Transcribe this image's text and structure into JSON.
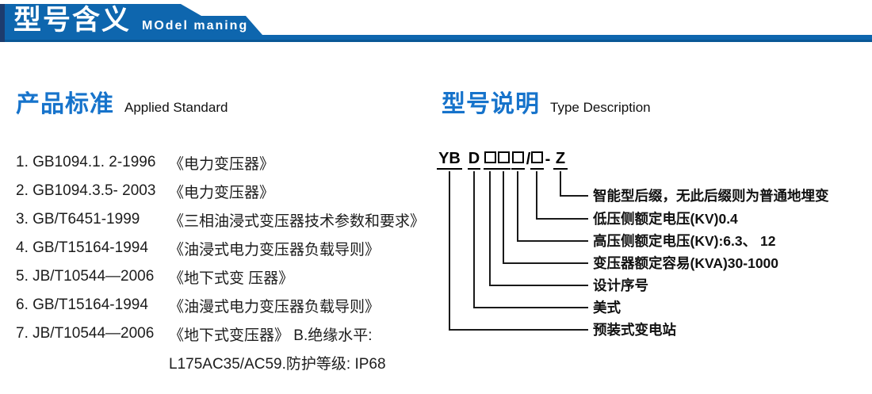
{
  "banner": {
    "title": "型号含义",
    "subtitle": "MOdel maning"
  },
  "colors": {
    "banner_blue": "#0e66ae",
    "banner_dark_edge": "#1d3c6d",
    "banner_bottom_line": "#0a5796",
    "heading_blue": "#1673cb",
    "ink": "#1c1c1c"
  },
  "standards": {
    "heading_zh": "产品标准",
    "heading_en": "Applied Standard",
    "items": [
      {
        "code": "1. GB1094.1. 2-1996",
        "title": "《电力变压器》"
      },
      {
        "code": "2. GB1094.3.5- 2003",
        "title": "《电力变压器》"
      },
      {
        "code": "3. GB/T6451-1999",
        "title": "《三相油浸式变压器技术参数和要求》"
      },
      {
        "code": "4. GB/T15164-1994",
        "title": "《油浸式电力变压器负载导则》"
      },
      {
        "code": "5. JB/T10544—2006",
        "title": "《地下式变 压器》"
      },
      {
        "code": "6. GB/T15164-1994",
        "title": "《油漫式电力变压器负载导则》"
      },
      {
        "code": "7. JB/T10544—2006",
        "title": "《地下式变压器》 B.绝缘水平:"
      },
      {
        "code": "",
        "title": "L175AC35/AC59.防护等级: IP68"
      }
    ]
  },
  "model": {
    "heading_zh": "型号说明",
    "heading_en": "Type Description",
    "code_units": [
      {
        "type": "text",
        "text": "YB",
        "underline": true
      },
      {
        "type": "text",
        "text": "D",
        "underline": true
      },
      {
        "type": "box",
        "underline": true
      },
      {
        "type": "box",
        "underline": true
      },
      {
        "type": "box",
        "underline": true
      },
      {
        "type": "text",
        "text": "/",
        "underline": false
      },
      {
        "type": "box",
        "underline": true
      },
      {
        "type": "text",
        "text": "-",
        "underline": false
      },
      {
        "type": "text",
        "text": "Z",
        "underline": true
      }
    ],
    "labels": [
      "智能型后缀，无此后缀则为普通地埋变",
      "低压侧额定电压(KV)0.4",
      "高压侧额定电压(KV):6.3、 12",
      "变压器额定容易(KVA)30-1000",
      "设计序号",
      "美式",
      "预装式变电站"
    ]
  }
}
